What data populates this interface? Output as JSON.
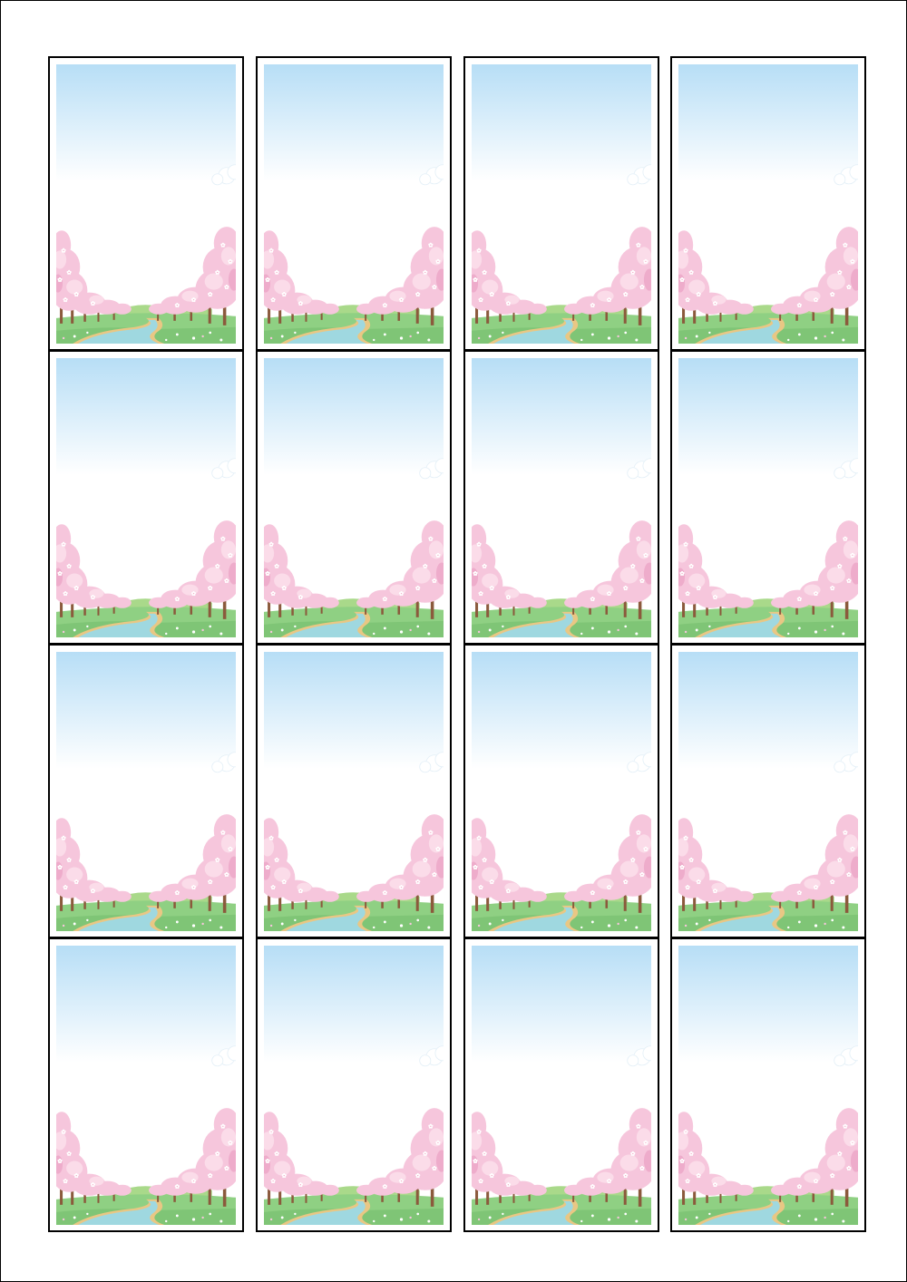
{
  "sheet": {
    "background": "#ffffff",
    "border_color": "#000000"
  },
  "cards": {
    "rows": 4,
    "columns": 4,
    "count": 16,
    "artwork": "cherry-blossom-river-landscape",
    "colors": {
      "sky_top": "#b7def6",
      "sky_bottom": "#ffffff",
      "blossom": "#f6c6dc",
      "blossom_light": "#fbdce9",
      "blossom_dark": "#eeaccb",
      "trunk": "#8b5a3c",
      "grass": "#8fd083",
      "grass_dark": "#73bc6a",
      "hill": "#a9d98a",
      "river": "#9fd8e0",
      "river_edge": "#e9c784",
      "card_border": "#000000"
    }
  }
}
